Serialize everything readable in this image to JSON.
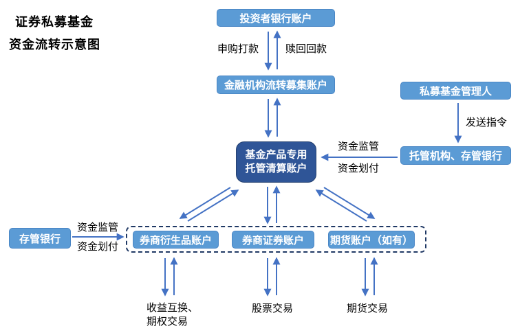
{
  "title": {
    "line1": "证券私募基金",
    "line2": "资金流转示意图"
  },
  "nodes": {
    "investor": "投资者银行账户",
    "fundraising": "金融机构流转募集账户",
    "manager": "私募基金管理人",
    "custodian": "托管机构、存管银行",
    "clearing": {
      "line1": "基金产品专用",
      "line2": "托管清算账户"
    },
    "depository": "存管银行",
    "derivatives": "券商衍生品账户",
    "securities": "券商证券账户",
    "futures": "期货账户（如有）"
  },
  "edge_labels": {
    "subscribe": "申购打款",
    "redeem": "赎回回款",
    "send_order": "发送指令",
    "supervision_right": "资金监管",
    "transfer_right": "资金划付",
    "supervision_left": "资金监管",
    "transfer_left": "资金划付"
  },
  "bottom_labels": {
    "swap_line1": "收益互换、",
    "swap_line2": "期权交易",
    "stock": "股票交易",
    "futures_trade": "期货交易"
  },
  "colors": {
    "light_box": "#5B9BD5",
    "dark_box": "#2F5597",
    "arrow": "#4472C4",
    "dashed_border": "#1F3864",
    "text": "#000000",
    "box_text": "#FFFFFF"
  }
}
